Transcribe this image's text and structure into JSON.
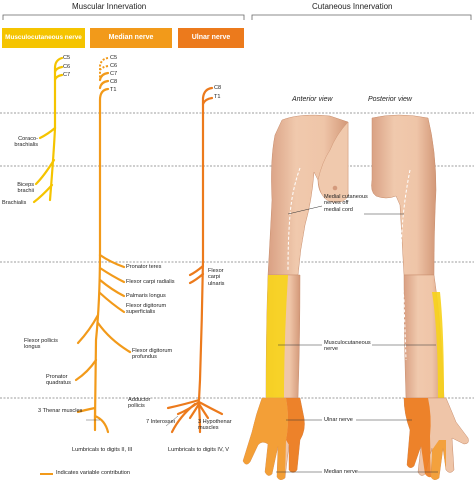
{
  "headers": {
    "muscular": "Muscular Innervation",
    "cutaneous": "Cutaneous Innervation"
  },
  "nerve_boxes": {
    "musculocutaneous": "Musculocutaneous nerve",
    "median": "Median nerve",
    "ulnar": "Ulnar nerve"
  },
  "roots": {
    "musculocutaneous": [
      "C5",
      "C6",
      "C7"
    ],
    "median": [
      "C5",
      "C6",
      "C7",
      "C8",
      "T1"
    ],
    "ulnar": [
      "C8",
      "T1"
    ]
  },
  "muscles": {
    "coracobrachialis": "Coraco-\nbrachialis",
    "biceps": "Biceps\nbrachii",
    "brachialis": "Brachialis",
    "pronator_teres": "Pronator teres",
    "fcr": "Flexor carpi radialis",
    "palmaris": "Palmaris longus",
    "fds": "Flexor digitorum\nsuperficialis",
    "fcu": "Flexor\ncarpi\nulnaris",
    "fpl": "Flexor pollicis\nlongus",
    "fdp": "Flexor digitorum\nprofundus",
    "pronator_quadratus": "Pronator\nquadratus",
    "adductor_pollicis": "Adductor\npollicis",
    "thenar": "3 Thenar muscles",
    "interossei": "7 Interossei",
    "hypothenar": "3 Hypothenar\nmuscles",
    "lumbricals_median": "Lumbricals to digits II, III",
    "lumbricals_ulnar": "Lumbricals to digits IV, V"
  },
  "views": {
    "anterior": "Anterior view",
    "posterior": "Posterior view"
  },
  "cutaneous_labels": {
    "medial": "Medial cutaneous\nnerves off\nmedial cord",
    "musculocutaneous": "Musculocutaneous\nnerve",
    "ulnar": "Ulnar nerve",
    "median": "Median nerve"
  },
  "legend": "Indicates variable contribution",
  "colors": {
    "musculocutaneous": "#f5c400",
    "median": "#f29a1a",
    "ulnar": "#ec7a1c",
    "skin": "#efc5a8",
    "skin_shadow": "#d9a083",
    "yellow_zone": "#f7d21c",
    "orange_zone": "#f39a2a",
    "divider": "#7d7d7d"
  }
}
